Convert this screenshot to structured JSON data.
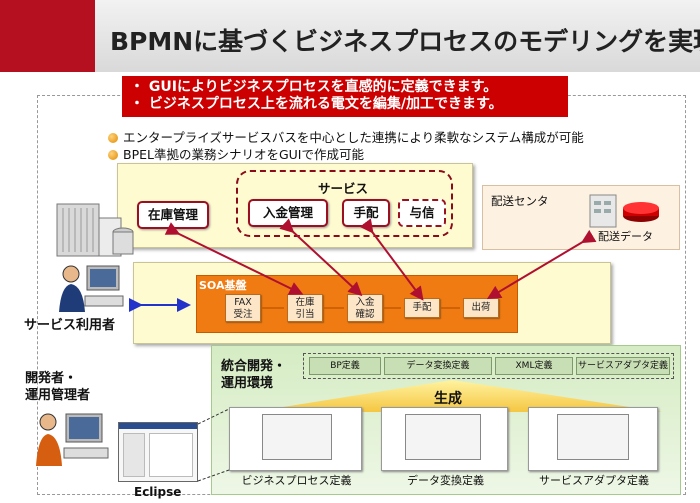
{
  "title": "BPMNに基づくビジネスプロセスのモデリングを実現",
  "key_points": [
    "・ GUIによりビジネスプロセスを直感的に定義できます。",
    "・ ビジネスプロセス上を流れる電文を編集/加工できます。"
  ],
  "bullets": [
    "エンタープライズサービスバスを中心とした連携により柔軟なシステム構成が可能",
    "BPEL準拠の業務シナリオをGUIで作成可能"
  ],
  "services": {
    "group_label": "サービス",
    "inventory": "在庫管理",
    "payment": "入金管理",
    "arrange": "手配",
    "credit": "与信"
  },
  "delivery": {
    "center_label": "配送センタ",
    "data_label": "配送データ"
  },
  "soa": {
    "label": "SOA基盤",
    "steps": [
      "FAX\n受注",
      "在庫\n引当",
      "入金\n確認",
      "手配",
      "出荷"
    ]
  },
  "actors": {
    "user": "サービス利用者",
    "developer": "開発者・\n運用管理者"
  },
  "ide": {
    "env_label": "統合開発・\n運用環境",
    "defs": [
      "BP定義",
      "データ変換定義",
      "XML定義",
      "サービスアダプタ定義"
    ],
    "generate_label": "生成",
    "screens": [
      "ビジネスプロセス定義",
      "データ変換定義",
      "サービスアダプタ定義"
    ],
    "eclipse_label": "Eclipse"
  },
  "colors": {
    "brand_red": "#b4101f",
    "arrow_red": "#b01030",
    "arrow_blue": "#2233cc",
    "soa_orange": "#f07b12"
  }
}
